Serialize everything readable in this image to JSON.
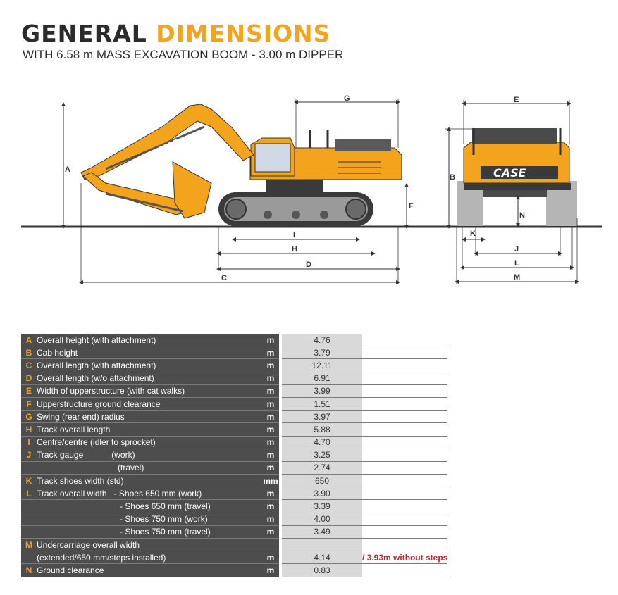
{
  "title": {
    "part1": "GENERAL",
    "part2": "DIMENSIONS"
  },
  "subtitle": "WITH 6.58 m MASS EXCAVATION BOOM - 3.00 m DIPPER",
  "colors": {
    "accent": "#f4a41c",
    "table_dark": "#4d4d4d",
    "table_value": "#d9d9d9",
    "note_red": "#c0272d"
  },
  "diagram": {
    "brand": "CASE",
    "labels": {
      "A": "A",
      "B": "B",
      "C": "C",
      "D": "D",
      "E": "E",
      "F": "F",
      "G": "G",
      "H": "H",
      "I": "I",
      "J": "J",
      "K": "K",
      "L": "L",
      "M": "M",
      "N": "N"
    }
  },
  "rows": [
    {
      "letter": "A",
      "desc": "Overall height (with attachment)",
      "sub": "",
      "unit": "m",
      "value": "4.76",
      "note": ""
    },
    {
      "letter": "B",
      "desc": "Cab height",
      "sub": "",
      "unit": "m",
      "value": "3.79",
      "note": ""
    },
    {
      "letter": "C",
      "desc": "Overall length (with attachment)",
      "sub": "",
      "unit": "m",
      "value": "12.11",
      "note": ""
    },
    {
      "letter": "D",
      "desc": "Overall length (w/o attachment)",
      "sub": "",
      "unit": "m",
      "value": "6.91",
      "note": ""
    },
    {
      "letter": "E",
      "desc": "Width of upperstructure (with cat walks)",
      "sub": "",
      "unit": "m",
      "value": "3.99",
      "note": ""
    },
    {
      "letter": "F",
      "desc": "Upperstructure ground clearance",
      "sub": "",
      "unit": "m",
      "value": "1.51",
      "note": ""
    },
    {
      "letter": "G",
      "desc": "Swing (rear end) radius",
      "sub": "",
      "unit": "m",
      "value": "3.97",
      "note": ""
    },
    {
      "letter": "H",
      "desc": "Track overall length",
      "sub": "",
      "unit": "m",
      "value": "5.88",
      "note": ""
    },
    {
      "letter": "I",
      "desc": "Centre/centre (idler to sprocket)",
      "sub": "",
      "unit": "m",
      "value": "4.70",
      "note": ""
    },
    {
      "letter": "J",
      "desc": "Track gauge",
      "sub": "(work)",
      "unit": "m",
      "value": "3.25",
      "note": ""
    },
    {
      "letter": "",
      "desc": "",
      "sub": "(travel)",
      "unit": "m",
      "value": "2.74",
      "note": ""
    },
    {
      "letter": "K",
      "desc": "Track shoes width (std)",
      "sub": "",
      "unit": "mm",
      "value": "650",
      "note": ""
    },
    {
      "letter": "L",
      "desc": "Track overall width",
      "sub": "- Shoes 650 mm (work)",
      "unit": "m",
      "value": "3.90",
      "note": ""
    },
    {
      "letter": "",
      "desc": "",
      "sub": "- Shoes 650 mm (travel)",
      "unit": "m",
      "value": "3.39",
      "note": ""
    },
    {
      "letter": "",
      "desc": "",
      "sub": "- Shoes 750 mm (work)",
      "unit": "m",
      "value": "4.00",
      "note": ""
    },
    {
      "letter": "",
      "desc": "",
      "sub": "- Shoes 750 mm (travel)",
      "unit": "m",
      "value": "3.49",
      "note": ""
    },
    {
      "letter": "M",
      "desc": "Undercarriage overall width",
      "sub": "",
      "unit": "",
      "value": "",
      "note": ""
    },
    {
      "letter": "",
      "desc": "(extended/650 mm/steps installed)",
      "sub": "",
      "unit": "m",
      "value": "4.14",
      "note": "/ 3.93m without steps"
    },
    {
      "letter": "N",
      "desc": "Ground clearance",
      "sub": "",
      "unit": "m",
      "value": "0.83",
      "note": ""
    }
  ]
}
